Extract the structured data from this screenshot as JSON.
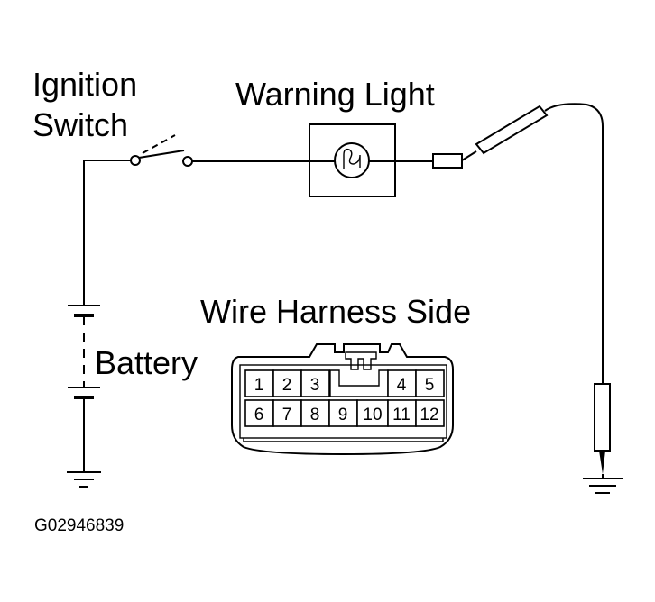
{
  "labels": {
    "ignition_line1": "Ignition",
    "ignition_line2": "Switch",
    "warning_light": "Warning Light",
    "battery": "Battery",
    "harness_side": "Wire Harness Side",
    "figure_code": "G02946839"
  },
  "connector": {
    "top_row": [
      "1",
      "2",
      "3",
      "4",
      "5"
    ],
    "bottom_row": [
      "6",
      "7",
      "8",
      "9",
      "10",
      "11",
      "12"
    ]
  }
}
